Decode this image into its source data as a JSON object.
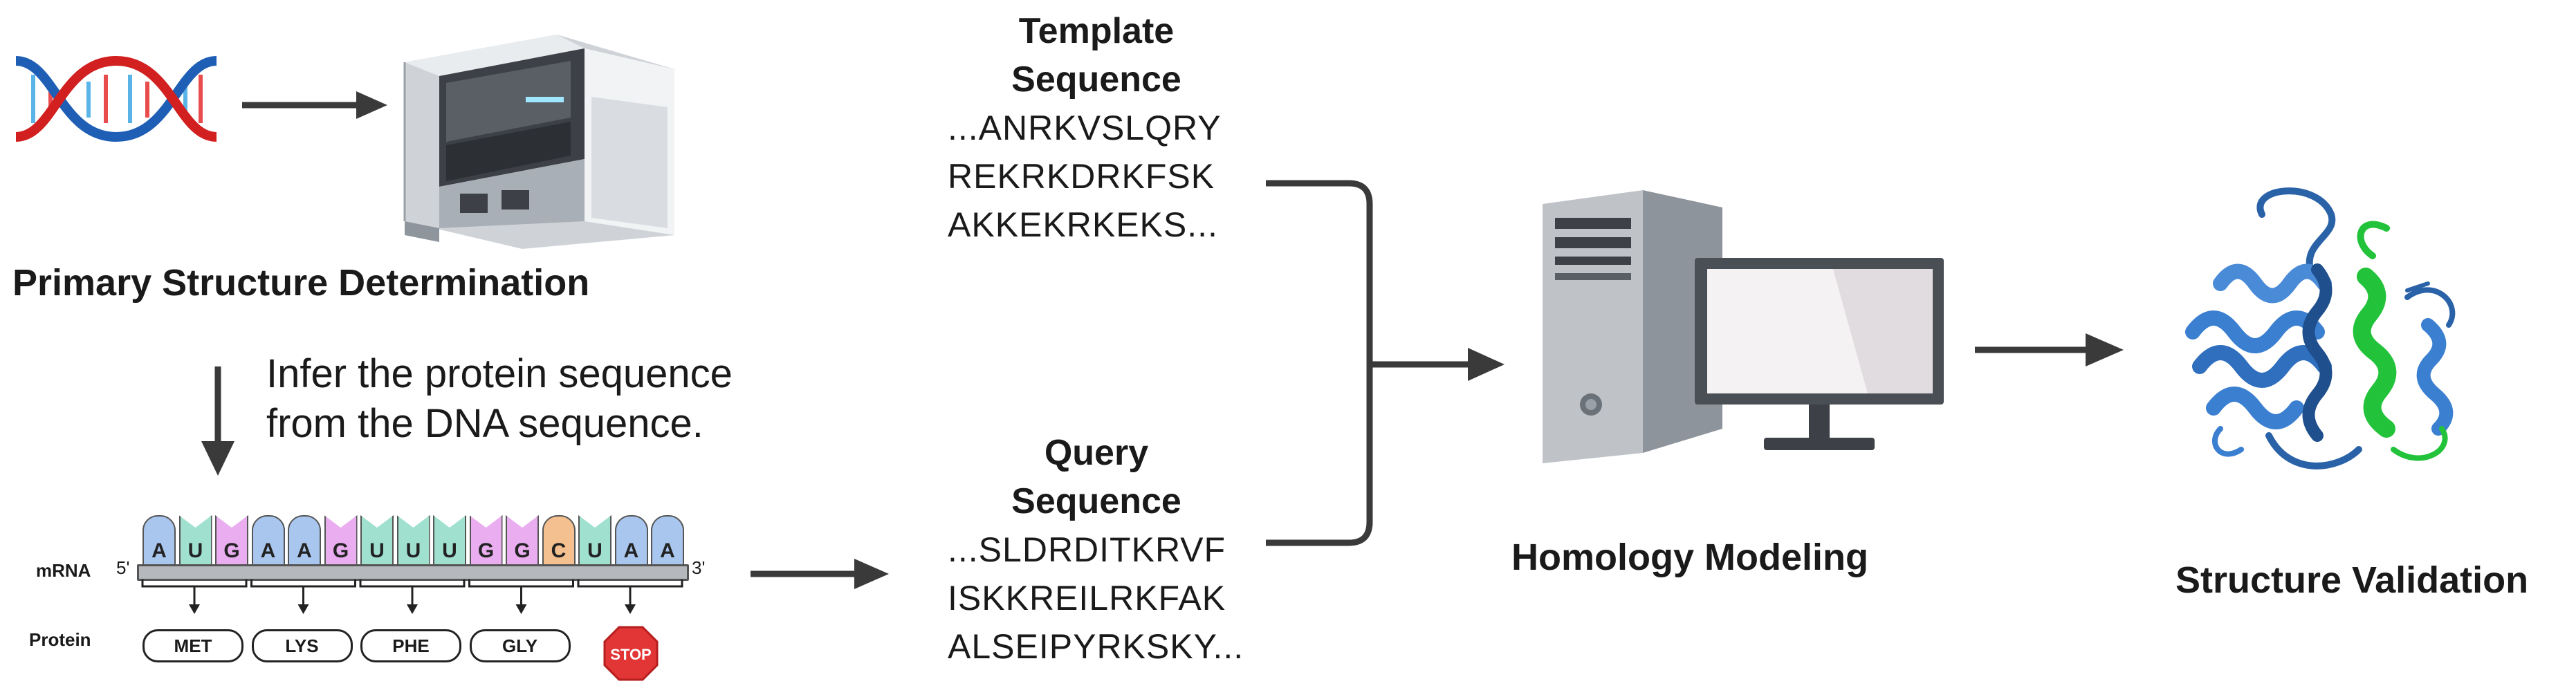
{
  "primary_title": "Primary Structure Determination",
  "infer_text": [
    "Infer the protein sequence",
    "from the DNA sequence."
  ],
  "mrna": {
    "label": "mRNA",
    "five_prime": "5'",
    "three_prime": "3'",
    "nucleotides": [
      "A",
      "U",
      "G",
      "A",
      "A",
      "G",
      "U",
      "U",
      "U",
      "G",
      "G",
      "C",
      "U",
      "A",
      "A"
    ]
  },
  "protein": {
    "label": "Protein",
    "residues": [
      "MET",
      "LYS",
      "PHE",
      "GLY"
    ],
    "stop": "STOP"
  },
  "template": {
    "title": [
      "Template",
      "Sequence"
    ],
    "lines": [
      "...ANRKVSLQRY",
      "REKRKDRKFSK",
      "AKKEKRKEKS..."
    ]
  },
  "query": {
    "title": [
      "Query",
      "Sequence"
    ],
    "lines": [
      "...SLDRDITKRVF",
      "ISKKREILRKFAK",
      "ALSEIPYRKSKY..."
    ]
  },
  "homology_title": "Homology Modeling",
  "validation_title": "Structure Validation",
  "colors": {
    "arrow": "#3a3a3a",
    "nuc_A": "#a9c6ef",
    "nuc_U": "#9fe0cf",
    "nuc_G": "#eaaef0",
    "nuc_C": "#f4c08f",
    "helix_blue": "#3b7fd0",
    "helix_green": "#22c33a",
    "stop_red": "#e23535"
  }
}
